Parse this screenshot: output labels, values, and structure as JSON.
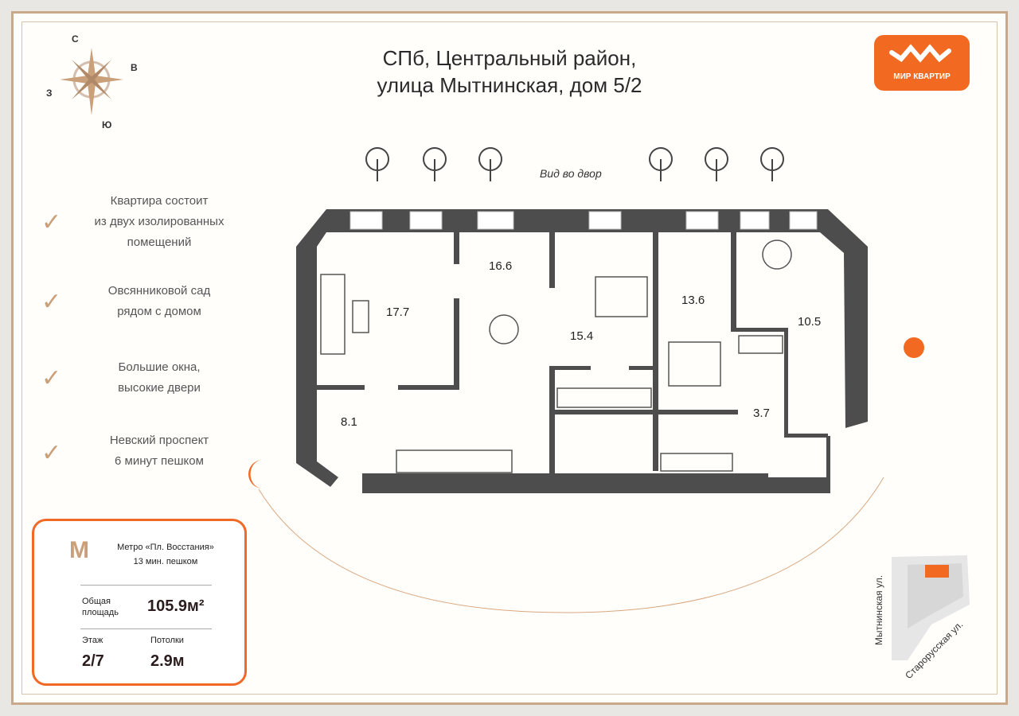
{
  "header": {
    "line1": "СПб, Центральный район,",
    "line2": "улица Мытнинская, дом 5/2"
  },
  "logo": {
    "text": "МИР КВАРТИР"
  },
  "compass": {
    "n": "С",
    "e": "В",
    "w": "З",
    "s": "Ю"
  },
  "view_label": "Вид во двор",
  "features": [
    {
      "l1": "Квартира состоит",
      "l2": "из двух изолированных",
      "l3": "помещений"
    },
    {
      "l1": "Овсянниковой сад",
      "l2": "рядом с домом"
    },
    {
      "l1": "Большие окна,",
      "l2": "высокие двери"
    },
    {
      "l1": "Невский проспект",
      "l2": "6 минут пешком"
    }
  ],
  "rooms": {
    "r1": "17.7",
    "r2": "16.6",
    "r3": "15.4",
    "r4": "13.6",
    "r5": "10.5",
    "r6": "8.1",
    "r7": "3.7"
  },
  "info": {
    "metro": "Метро «Пл. Восстания»",
    "metro_time": "13 мин. пешком",
    "area_label1": "Общая",
    "area_label2": "площадь",
    "area": "105.9м²",
    "floor_label": "Этаж",
    "floor": "2/7",
    "ceiling_label": "Потолки",
    "ceiling": "2.9м"
  },
  "map": {
    "street1": "Мытнинская ул.",
    "street2": "Старорусская ул."
  },
  "colors": {
    "accent": "#f26a21",
    "wall": "#4d4d4d",
    "gold": "#c9a07a"
  }
}
